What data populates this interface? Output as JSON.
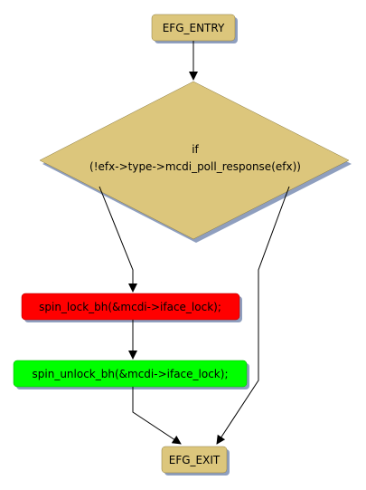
{
  "nodes": {
    "entry": {
      "label": "EFG_ENTRY"
    },
    "condition": {
      "line1": "if",
      "line2": "(!efx->type->mcdi_poll_response(efx))"
    },
    "lock": {
      "label": "spin_lock_bh(&mcdi->iface_lock);"
    },
    "unlock": {
      "label": "spin_unlock_bh(&mcdi->iface_lock);"
    },
    "exit": {
      "label": "EFG_EXIT"
    }
  },
  "colors": {
    "tan": "#dcc67c",
    "red": "#ff0000",
    "green": "#00ff00",
    "shadow": "#8f9fbf",
    "line": "#000000"
  }
}
